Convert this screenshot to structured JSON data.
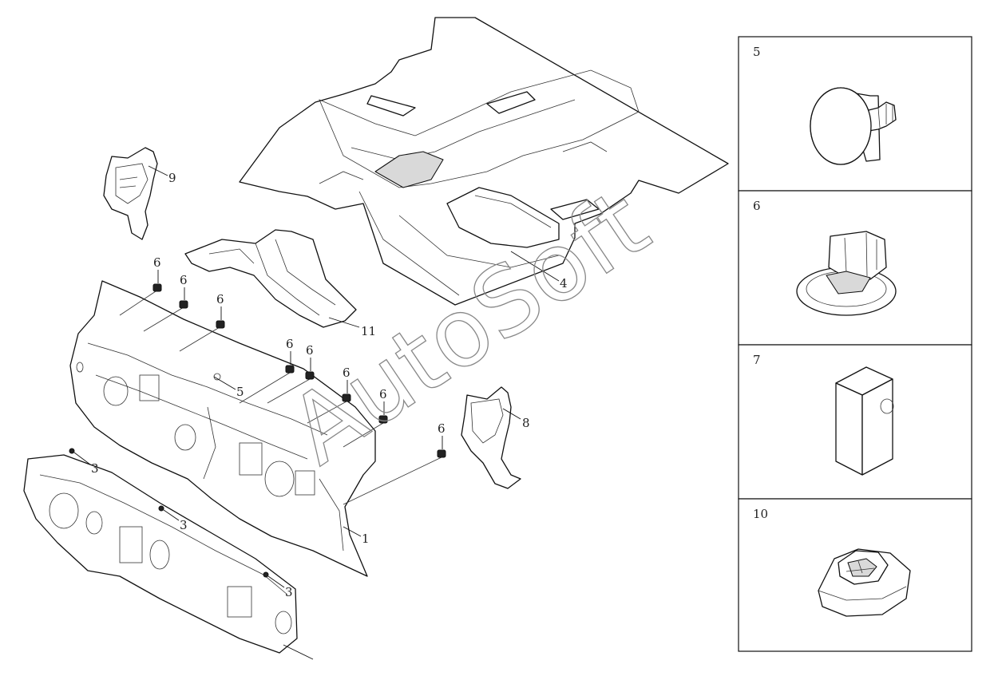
{
  "callouts": {
    "c1": "1",
    "c3a": "3",
    "c3b": "3",
    "c3c": "3",
    "c4": "4",
    "c5": "5",
    "c6a": "6",
    "c6b": "6",
    "c6c": "6",
    "c6d": "6",
    "c6e": "6",
    "c6f": "6",
    "c6g": "6",
    "c6h": "6",
    "c8": "8",
    "c9": "9",
    "c11": "11"
  },
  "detail_panels": [
    {
      "label": "5",
      "icon": "push-rivet-clip-icon"
    },
    {
      "label": "6",
      "icon": "snap-fastener-clip-icon"
    },
    {
      "label": "7",
      "icon": "rubber-block-icon"
    },
    {
      "label": "10",
      "icon": "retainer-nut-clip-icon"
    }
  ],
  "watermark": "AutoSoft"
}
